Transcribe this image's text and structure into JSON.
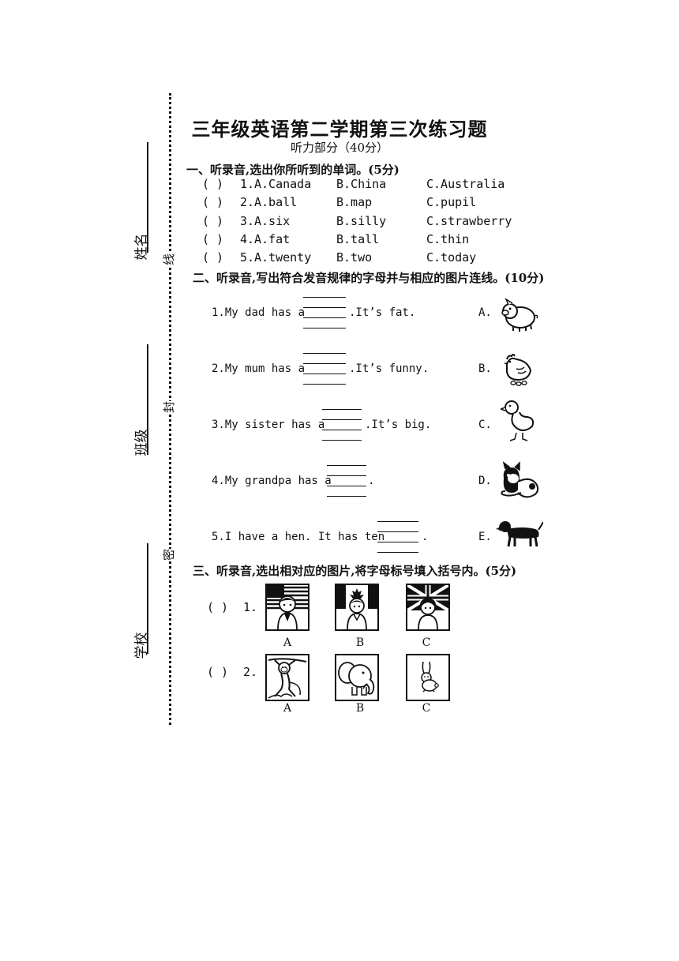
{
  "side": {
    "name_label": "姓名",
    "class_label": "班级",
    "school_label": "学校",
    "seal_chars": [
      "线",
      "封",
      "密"
    ]
  },
  "title": "三年级英语第二学期第三次练习题",
  "subtitle": "听力部分（40分）",
  "section1": {
    "heading": "一、听录音,选出你所听到的单词。(5分)",
    "items": [
      {
        "paren": "(    )",
        "num": "1.",
        "a": "A.Canada",
        "b": "B.China",
        "c": "C.Australia"
      },
      {
        "paren": "(    )",
        "num": "2.",
        "a": "A.ball",
        "b": "B.map",
        "c": "C.pupil"
      },
      {
        "paren": "(    )",
        "num": "3.",
        "a": "A.six",
        "b": "B.silly",
        "c": "C.strawberry"
      },
      {
        "paren": "(    )",
        "num": "4.",
        "a": "A.fat",
        "b": "B.tall",
        "c": "C.thin"
      },
      {
        "paren": "(    )",
        "num": "5.",
        "a": "A.twenty",
        "b": "B.two",
        "c": "C.today"
      }
    ]
  },
  "section2": {
    "heading": "二、听录音,写出符合发音规律的字母并与相应的图片连线。(10分)",
    "items": [
      {
        "before": "1.My dad has a",
        "after": ".It’s fat.",
        "letter": "A."
      },
      {
        "before": "2.My mum has a",
        "after": ".It’s funny.",
        "letter": "B."
      },
      {
        "before": "3.My sister has a",
        "after": ".It’s big.",
        "letter": "C."
      },
      {
        "before": "4.My grandpa has a",
        "after": ".",
        "letter": "D."
      },
      {
        "before": "5.I have a hen. It has ten",
        "after": ".",
        "letter": "E."
      }
    ],
    "pictures": [
      "pig-icon",
      "hen-icon",
      "duck-icon",
      "cat-icon",
      "dog-icon"
    ]
  },
  "section3": {
    "heading": "三、听录音,选出相对应的图片,将字母标号填入括号内。(5分)",
    "rows": [
      {
        "paren": "(    )",
        "num": "1.",
        "options": [
          "A",
          "B",
          "C"
        ],
        "pictures": [
          "usa-flag-girl-icon",
          "canada-flag-boy-icon",
          "uk-flag-girl-icon"
        ]
      },
      {
        "paren": "(    )",
        "num": "2.",
        "options": [
          "A",
          "B",
          "C"
        ],
        "pictures": [
          "monkey-icon",
          "elephant-icon",
          "rabbit-icon"
        ]
      }
    ]
  }
}
